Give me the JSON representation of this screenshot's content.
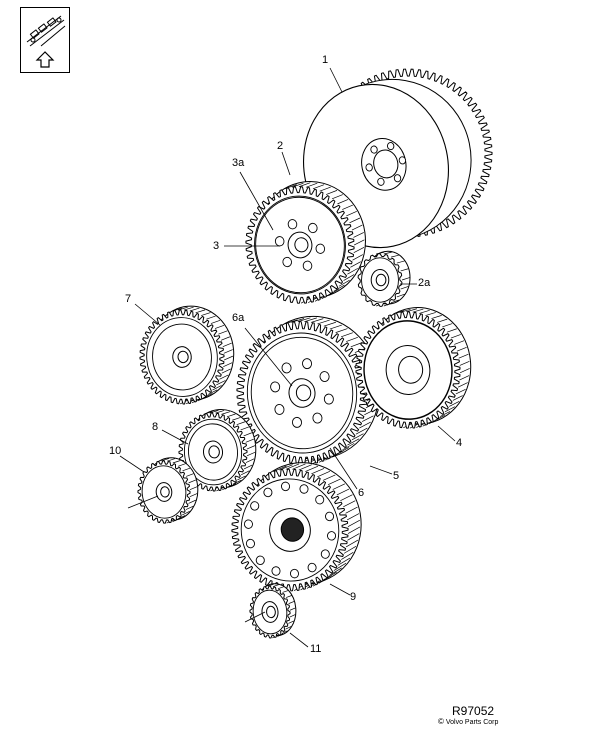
{
  "callouts": [
    {
      "id": "1",
      "text": "1"
    },
    {
      "id": "2",
      "text": "2"
    },
    {
      "id": "2a",
      "text": "2a"
    },
    {
      "id": "3a",
      "text": "3a"
    },
    {
      "id": "3",
      "text": "3"
    },
    {
      "id": "4",
      "text": "4"
    },
    {
      "id": "5",
      "text": "5"
    },
    {
      "id": "6a",
      "text": "6a"
    },
    {
      "id": "6",
      "text": "6"
    },
    {
      "id": "7",
      "text": "7"
    },
    {
      "id": "8",
      "text": "8"
    },
    {
      "id": "9",
      "text": "9"
    },
    {
      "id": "10",
      "text": "10"
    },
    {
      "id": "11",
      "text": "11"
    }
  ],
  "footer": {
    "reference": "R97052",
    "copyright_symbol": "©",
    "copyright": "Volvo Parts Corp"
  },
  "icons": {
    "orientation": "engine-orientation-icon",
    "arrow": "up-arrow-icon"
  }
}
